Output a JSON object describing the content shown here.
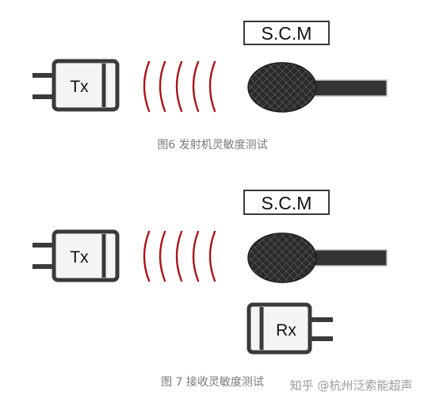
{
  "figure6": {
    "scm_label": "S.C.M",
    "tx_label": "Tx",
    "caption": "图6 发射机灵敏度测试"
  },
  "figure7": {
    "scm_label": "S.C.M",
    "tx_label": "Tx",
    "rx_label": "Rx",
    "caption": "图 7 接收灵敏度测试"
  },
  "watermark": "知乎 @杭州泛索能超声",
  "colors": {
    "outline": "#3a3a3a",
    "device_fill": "#f4f4f4",
    "wave": "#a8141b",
    "mic_fill": "#2a2a2a",
    "handle": "#333333",
    "caption": "#7a7a7a"
  },
  "icons": {
    "transmitter": "transmitter-icon",
    "receiver": "receiver-icon",
    "sound-waves": "sound-wave-icon",
    "microphone": "microphone-icon"
  }
}
